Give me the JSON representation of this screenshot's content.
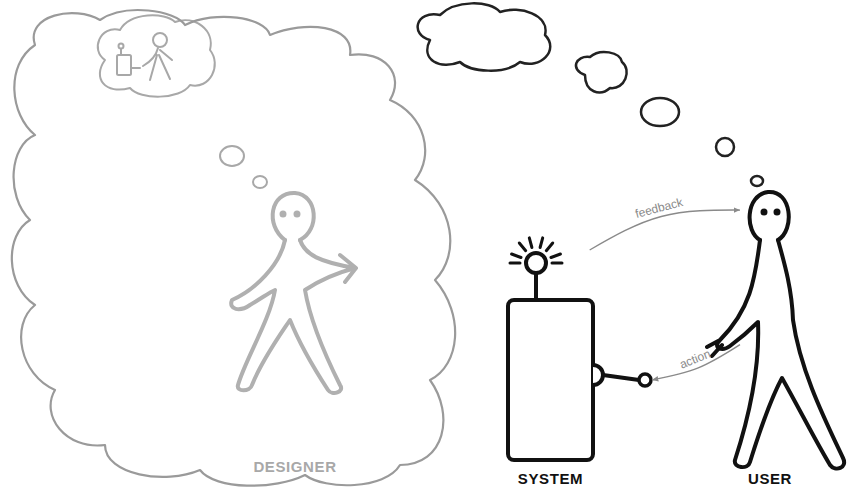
{
  "diagram": {
    "nodes": [
      {
        "text": [
          "DESIGNER"
        ]
      },
      {
        "text": [
          "SYSTEM"
        ]
      },
      {
        "text": [
          "USER"
        ]
      }
    ],
    "edges": [
      {
        "from": 1,
        "to": 2,
        "label": "feedback",
        "arrow": "to"
      },
      {
        "from": 2,
        "to": 1,
        "label": "action",
        "arrow": "to"
      }
    ]
  }
}
